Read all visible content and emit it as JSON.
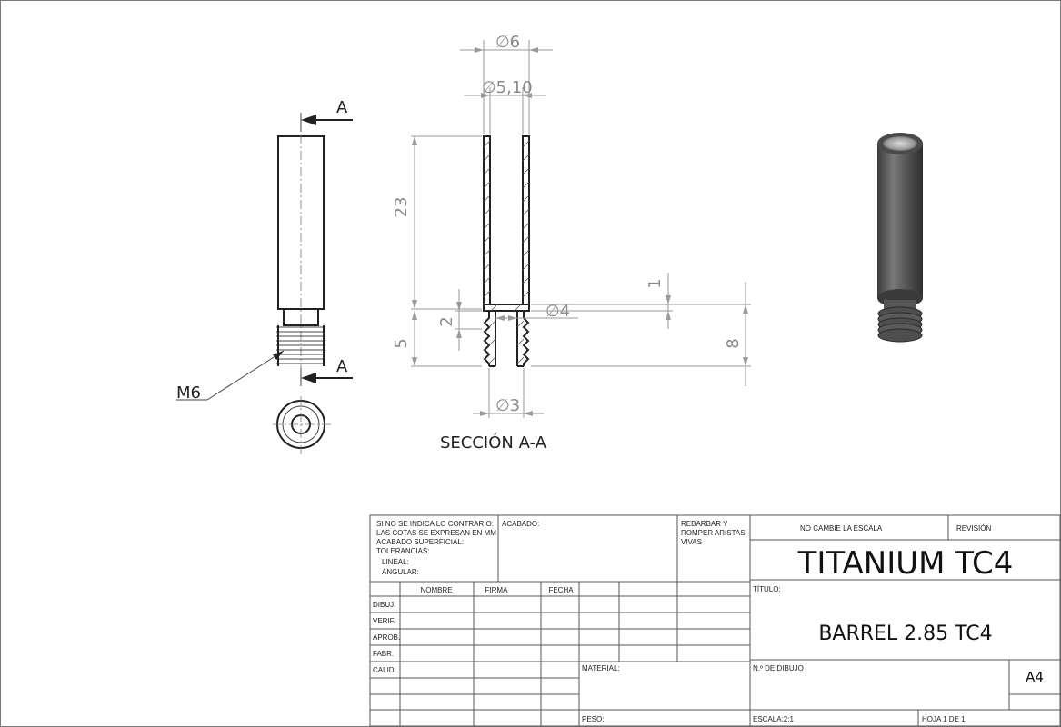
{
  "views": {
    "section_label": "SECCIÓN A-A",
    "thread_callout": "M6",
    "section_mark": "A"
  },
  "dimensions": {
    "outer_diameter": "∅6",
    "inner_diameter": "∅5,10",
    "length": "23",
    "thread_length": "5",
    "step": "2",
    "bore": "∅4",
    "small_bore": "∅3",
    "offset": "1",
    "depth": "8"
  },
  "title_block": {
    "notes_lines": [
      "SI NO SE INDICA LO CONTRARIO:",
      "LAS COTAS SE EXPRESAN EN MM",
      "ACABADO SUPERFICIAL:",
      "TOLERANCIAS:",
      "LINEAL:",
      "ANGULAR:"
    ],
    "acabado": "ACABADO:",
    "rebarbar_lines": [
      "REBARBAR Y",
      "ROMPER ARISTAS",
      "VIVAS"
    ],
    "no_cambie": "NO CAMBIE LA ESCALA",
    "revision": "REVISIÓN",
    "material_name": "TITANIUM TC4",
    "titulo_label": "TÍTULO:",
    "title": "BARREL 2.85 TC4",
    "headers": [
      "NOMBRE",
      "FIRMA",
      "FECHA"
    ],
    "rows": [
      "DIBUJ.",
      "VERIF.",
      "APROB.",
      "FABR.",
      "CALID."
    ],
    "material_label": "MATERIAL:",
    "drawing_no_label": "N.º DE DIBUJO",
    "size": "A4",
    "peso": "PESO:",
    "escala": "ESCALA:2:1",
    "hoja": "HOJA 1 DE 1"
  },
  "colors": {
    "line": "#222222",
    "dimension": "#9a9a9a",
    "render_body": "#5a5a5a"
  }
}
